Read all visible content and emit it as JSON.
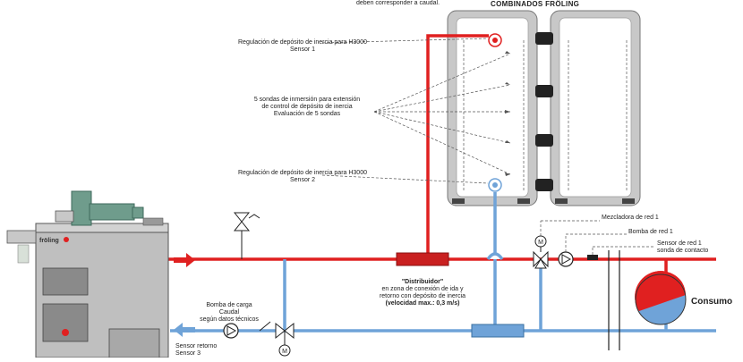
{
  "header": {
    "top_note": "deben corresponder a caudal.",
    "tanks_title": "COMBINADOS FRÖLING"
  },
  "sensors": {
    "sensor1_line1": "Regulación de depósito de inercia para H3000",
    "sensor1_line2": "Sensor 1",
    "immersion_line1": "5 sondas de inmersión para extensión",
    "immersion_line2": "de control de depósito de inercia",
    "immersion_line3": "Evaluación de 5 sondas",
    "sensor2_line1": "Regulación de depósito de inercia para H3000",
    "sensor2_line2": "Sensor 2"
  },
  "right_labels": {
    "mixer": "Mezcladora de red 1",
    "pump": "Bomba de red 1",
    "sensor_line1": "Sensor de red 1",
    "sensor_line2": "sonda de contacto"
  },
  "distributor": {
    "title": "\"Distribuidor\"",
    "line1": "en zona de conexión de ida y",
    "line2": "retorno con depósito de inercia",
    "line3": "(velocidad max.: 0,3 m/s)"
  },
  "pump_label": {
    "line1": "Bomba de carga",
    "line2": "Caudal",
    "line3": "según datos técnicos"
  },
  "return_sensor": {
    "line1": "Sensor retorno",
    "line2": "Sensor 3"
  },
  "boiler": {
    "brand": "fröling"
  },
  "consumer": {
    "label": "Consumo"
  },
  "symbols": {
    "motor": "M"
  },
  "colors": {
    "flow_red": "#e02020",
    "return_blue": "#6fa3d8",
    "tank_gray": "#c8c8c8",
    "boiler_gray": "#bfbfbf",
    "pump_green": "#6f9c8c"
  }
}
